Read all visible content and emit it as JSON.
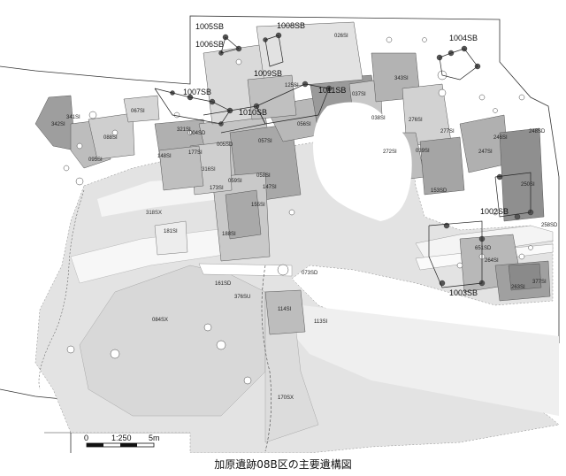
{
  "caption": "加原遺跡08B区の主要遺構図",
  "scale": {
    "zero": "0",
    "ratio": "1:250",
    "end": "5m"
  },
  "building_labels": [
    "1005SB",
    "1006SB",
    "1008SB",
    "1004SB",
    "1007SB",
    "1009SB",
    "1011SB",
    "1010SB",
    "1002SB",
    "1003SB"
  ],
  "feature_labels": [
    "026SI",
    "342SI",
    "341SI",
    "067SI",
    "088SI",
    "095SI",
    "321SI",
    "148SI",
    "177SI",
    "004SD",
    "005SD",
    "057SI",
    "056SI",
    "037SI",
    "038SI",
    "276SI",
    "277SI",
    "246SI",
    "248SD",
    "247SI",
    "250SI",
    "272SI",
    "039SI",
    "153SD",
    "173SI",
    "059SI",
    "058SI",
    "147SI",
    "155SI",
    "188SI",
    "181SI",
    "318SX",
    "316SI",
    "125SI",
    "258SD",
    "651SD",
    "264SI",
    "377SI",
    "263SI",
    "161SD",
    "073SD",
    "376SU",
    "114SI",
    "113SI",
    "084SX",
    "170SX",
    "343SI"
  ]
}
